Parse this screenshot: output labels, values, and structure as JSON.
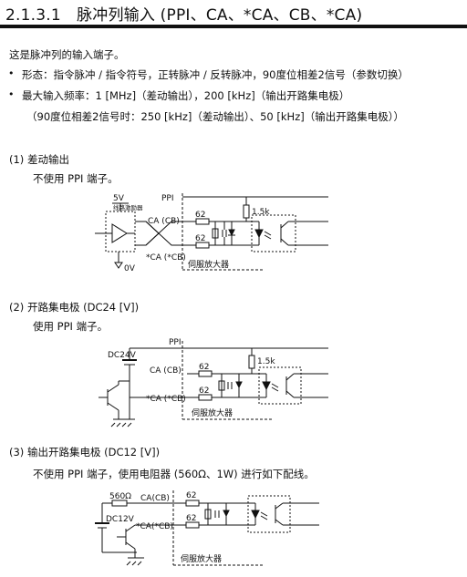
{
  "heading": "2.1.3.1　脉冲列输入 (PPI、CA、*CA、CB、*CA)",
  "intro": "这是脉冲列的输入端子。",
  "bullets": [
    "形态：指令脉冲 / 指令符号，正转脉冲 / 反转脉冲，90度位相差2信号（参数切换）",
    "最大输入频率：1 [MHz]（差动输出），200 [kHz]（输出开路集电极）",
    "（90度位相差2信号时：250 [kHz]（差动输出）、50 [kHz]（输出开路集电极））"
  ],
  "sections": [
    {
      "title": "(1)  差动输出",
      "note": "不使用 PPI 端子。"
    },
    {
      "title": "(2)  开路集电极 (DC24 [V])",
      "note": "使用 PPI 端子。"
    },
    {
      "title": "(3)  输出开路集电极 (DC12 [V])",
      "note": "不使用 PPI 端子，使用电阻器 (560Ω、1W) 进行如下配线。"
    }
  ],
  "diagrams": {
    "d1": {
      "v5": "5V",
      "driver": "线路激励器",
      "ppi": "PPI",
      "ca": "CA (CB)",
      "nca": "*CA (*CB)",
      "r1": "62",
      "r2": "62",
      "rk": "1.5k",
      "gnd": "0V",
      "amp": "伺服放大器"
    },
    "d2": {
      "v": "DC24V",
      "ppi": "PPI",
      "ca": "CA (CB)",
      "nca": "*CA (*CB)",
      "r1": "62",
      "r2": "62",
      "rk": "1.5k",
      "amp": "伺服放大器"
    },
    "d3": {
      "r560": "560Ω",
      "v": "DC12V",
      "ca": "CA(CB)",
      "nca": "*CA(*CB)",
      "r1": "62",
      "r2": "62",
      "amp": "伺服放大器"
    }
  }
}
